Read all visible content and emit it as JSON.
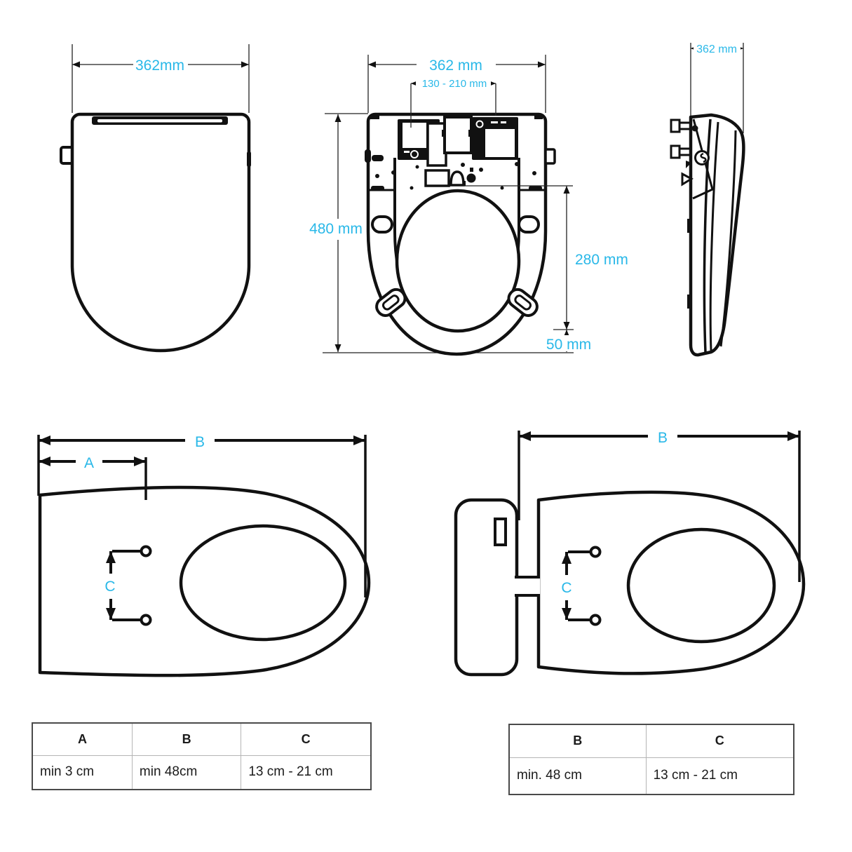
{
  "colors": {
    "accent": "#29b8e8",
    "line": "#111111",
    "table_border_outer": "#4a4a4a",
    "table_border_inner": "#b5b5b5"
  },
  "figures": {
    "lid": {
      "width_label": "362mm"
    },
    "underside": {
      "width_label": "362 mm",
      "bracket_label": "130 - 210 mm",
      "length_label": "480 mm",
      "opening_label": "280 mm",
      "front_label": "50 mm"
    },
    "side": {
      "width_label": "362 mm"
    },
    "bowl_plain": {
      "a_label": "A",
      "b_label": "B",
      "c_label": "C"
    },
    "bowl_tank": {
      "b_label": "B",
      "c_label": "C"
    }
  },
  "tables": {
    "left": {
      "headers": [
        "A",
        "B",
        "C"
      ],
      "row": [
        "min 3 cm",
        "min 48cm",
        "13 cm - 21 cm"
      ]
    },
    "right": {
      "headers": [
        "B",
        "C"
      ],
      "row": [
        "min. 48 cm",
        "13 cm - 21 cm"
      ]
    }
  }
}
